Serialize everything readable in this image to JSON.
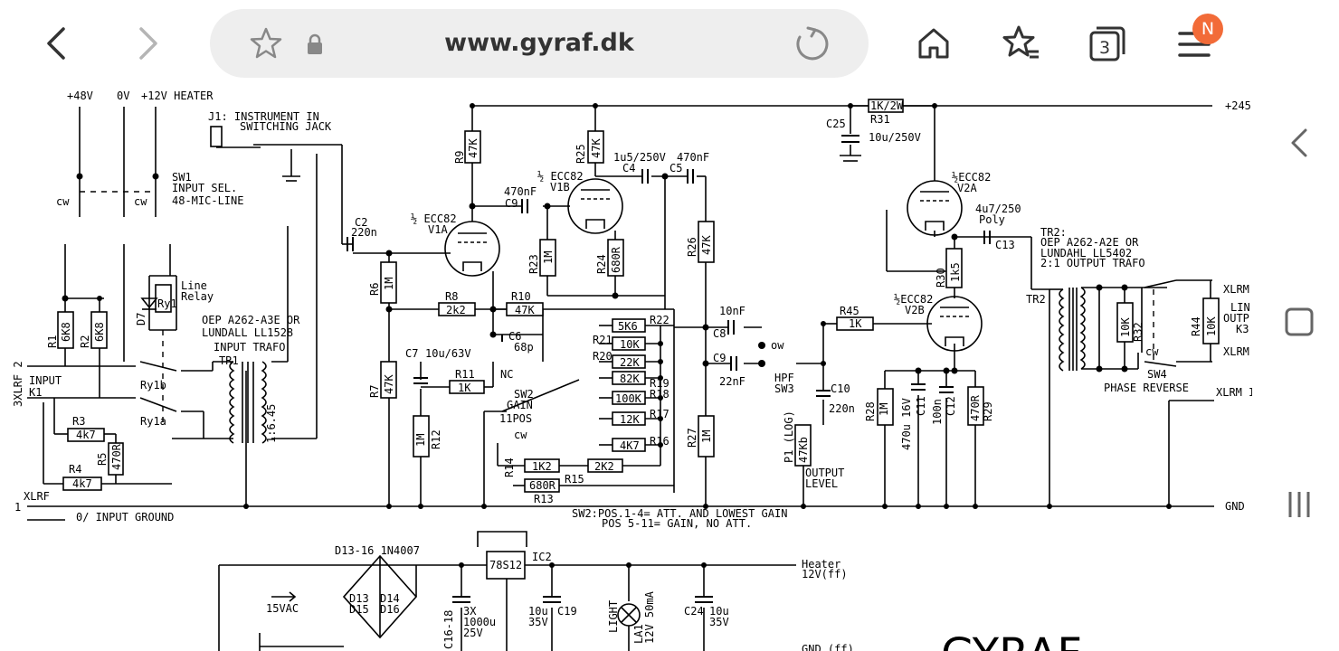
{
  "browser": {
    "url": "www.gyraf.dk",
    "tab_count": "3",
    "menu_badge": "N",
    "icons": [
      "back-icon",
      "forward-icon",
      "star-icon",
      "lock-icon",
      "reload-icon",
      "home-icon",
      "bookmarks-icon",
      "tabs-icon",
      "menu-icon"
    ],
    "badge_color": "#f26b38"
  },
  "side_panel": {
    "icons": [
      "chevron-left-icon",
      "square-icon",
      "recent-apps-icon"
    ]
  },
  "schematic": {
    "labels": {
      "v48": "+48V",
      "v0": "0V",
      "v12": "+12V HEATER",
      "j1a": "J1: INSTRUMENT IN",
      "j1b": "SWITCHING JACK",
      "sw1a": "SW1",
      "sw1b": "INPUT SEL.",
      "sw1c": "48-MIC-LINE",
      "cw1": "cw",
      "cw2": "cw",
      "line_a": "Line",
      "line_b": "Relay",
      "ry1": "Ry1",
      "d7": "D7",
      "r1": "R1",
      "r1v": "6K8",
      "r2": "R2",
      "r2v": "6K8",
      "oep1": "OEP A262-A3E OR",
      "oep2": "LUNDALL  LL1528",
      "oep3": "INPUT TRAFO",
      "tr1": "TR1",
      "ratio": "1:6.45",
      "xlrf2": "3XLRF 2",
      "input": "INPUT",
      "k1": "K1",
      "ry1b": "Ry1b",
      "ry1a": "Ry1a",
      "r3": "R3",
      "r3v": "4k7",
      "r4": "R4",
      "r4v": "4k7",
      "r5": "R5",
      "r5v": "470R",
      "xlrf": "XLRF",
      "one": "1",
      "ground": "0/ INPUT GROUND",
      "c2": "C2",
      "c2v": "220n",
      "v1a1": "½ ECC82",
      "v1a2": "V1A",
      "r6": "R6",
      "r6v": "1M",
      "r7": "R7",
      "r7v": "47K",
      "r9": "R9",
      "r9v": "47K",
      "r25": "R25",
      "r25v": "47K",
      "c9n": "470nF",
      "c9": "C9",
      "v1b1": "½ ECC82",
      "v1b2": "V1B",
      "c4v": "1u5/250V",
      "c4": "C4",
      "c5v": "470nF",
      "c5": "C5",
      "r23": "R23",
      "r23v": "1M",
      "r24": "R24",
      "r24v": "680R",
      "r8": "R8",
      "r8v": "2k2",
      "r10": "R10",
      "r10v": "47K",
      "c6": "C6",
      "c6v": "68p",
      "c7": "C7",
      "c7v": "10u/63V",
      "r11": "R11",
      "r11v": "1K",
      "r12": "R12",
      "r12v": "1M",
      "nc": "NC",
      "sw2": "SW2",
      "gain": "GAIN",
      "pos11": "11POS",
      "cw3": "cw",
      "r14": "R14",
      "r14v": "1K2",
      "r15": "R15",
      "r15v": "2K2",
      "r13": "R13",
      "r13v": "680R",
      "r22": "R22",
      "r22v": "5K6",
      "r21": "R21",
      "r21v": "10K",
      "r20": "R20",
      "r20v": "22K",
      "r19": "R19",
      "r19v": "82K",
      "r18": "R18",
      "r18v": "100K",
      "r17": "R17",
      "r17v": "12K",
      "r16": "R16",
      "r16v": "4K7",
      "r26": "R26",
      "r26v": "47K",
      "r27": "R27",
      "r27v": "1M",
      "c8v": "10nF",
      "c8": "C8",
      "c9b": "C9",
      "c9bv": "22nF",
      "ow": "ow",
      "hpf": "HPF",
      "sw3": "SW3",
      "c10": "C10",
      "c10v": "220n",
      "p1": "P1 (LOG)",
      "p1v": "47Kb",
      "outlvl1": "OUTPUT",
      "outlvl2": "LEVEL",
      "r45": "R45",
      "r45v": "1K",
      "r31v": "1K/2W",
      "r31": "R31",
      "c25": "C25",
      "c25v": "10u/250V",
      "v2a1": "½ECC82",
      "v2a2": "V2A",
      "v2b1": "½ECC82",
      "v2b2": "V2B",
      "c13v1": "4u7/250",
      "c13v2": "Poly",
      "c13": "C13",
      "r30": "R30",
      "r30v": "1k5",
      "r28": "R28",
      "r28v": "1M",
      "c11": "C11",
      "c11v": "470u 16V",
      "c12": "C12",
      "c12v": "100n",
      "r29": "R29",
      "r29v": "470R",
      "tr2a": "TR2:",
      "tr2b": "OEP A262-A2E OR",
      "tr2c": "LUNDAHL LL5402",
      "tr2d": "2:1 OUTPUT TRAFO",
      "tr2": "TR2",
      "r32": "R32",
      "r32v": "10K",
      "r44": "R44",
      "r44v": "10K",
      "xlrm1": "XLRM",
      "lin": "LIN",
      "outp": "OUTP",
      "k3": "K3",
      "xlrm2": "XLRM",
      "xlrm3": "XLRM I",
      "sw4": "SW4",
      "phase": "PHASE REVERSE",
      "cw4": "cw",
      "v245": "+245",
      "gnd": "GND",
      "sw2note1": "SW2:POS.1-4= ATT. AND LOWEST GAIN",
      "sw2note2": "POS 5-11= GAIN, NO ATT.",
      "d13": "D13-16 1N4007",
      "vac": "15VAC",
      "d13a": "D13",
      "d14": "D14",
      "d15": "D15",
      "d16": "D16",
      "reg": "78S12",
      "ic2": "IC2",
      "heater": "Heater",
      "heaterv": "12V(ff)",
      "c1618a": "C16-18",
      "c1618b": "3X",
      "c1618c": "1000u",
      "c1618d": "25V",
      "c19a": "10u",
      "c19b": "35V",
      "c19": "C19",
      "light": "LIGHT",
      "la1": "LA1",
      "la1v": "12V 50mA",
      "c24": "C24",
      "c24a": "10u",
      "c24b": "35V",
      "gndbot": "GND (ff)",
      "brand": "GYRAF"
    }
  }
}
